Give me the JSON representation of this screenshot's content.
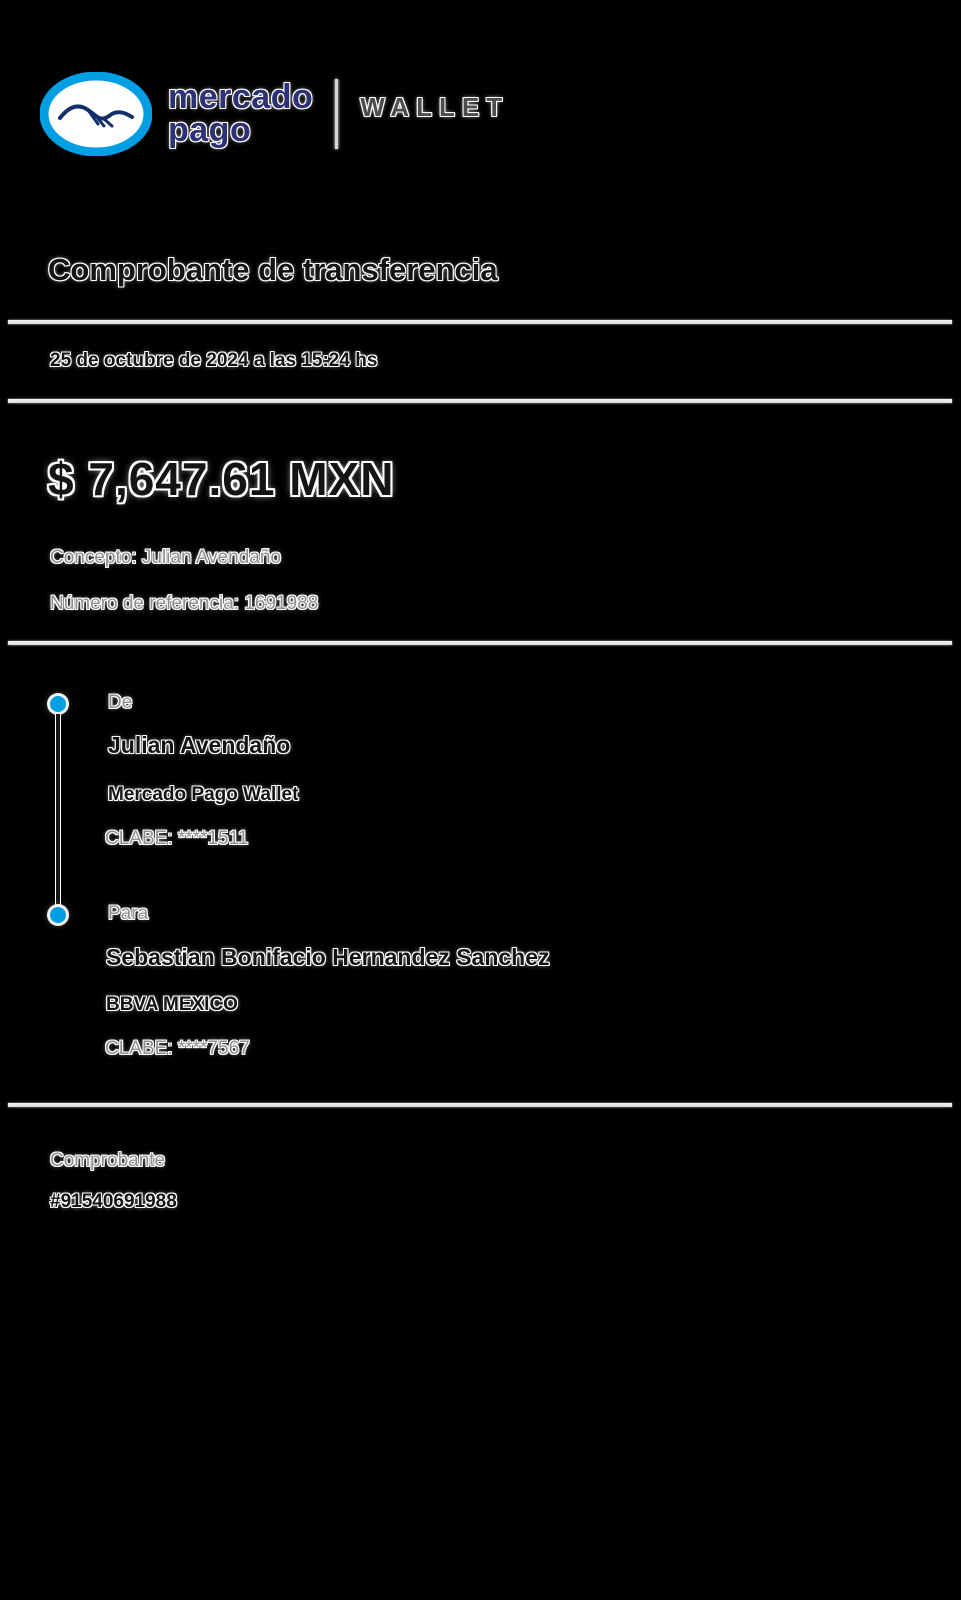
{
  "brand": {
    "logo_line1": "mercado",
    "logo_line2": "pago",
    "wallet_label": "WALLET",
    "blue": "#009EE3",
    "navy": "#2D3277"
  },
  "header": {
    "title": "Comprobante de transferencia",
    "datetime": "25 de octubre de 2024 a las 15:24 hs"
  },
  "transfer": {
    "amount": "$ 7,647.61 MXN",
    "concept": "Concepto: Julian Avendaño",
    "reference": "Número de referencia: 1691988"
  },
  "from": {
    "label": "De",
    "name": "Julian Avendaño",
    "bank": "Mercado Pago Wallet",
    "clabe": "CLABE: ****1511"
  },
  "to": {
    "label": "Para",
    "name": "Sebastian Bonifacio Hernandez Sanchez",
    "bank": "BBVA MEXICO",
    "clabe": "CLABE: ****7567"
  },
  "footer": {
    "label": "Comprobante",
    "number": "#91540691988"
  }
}
